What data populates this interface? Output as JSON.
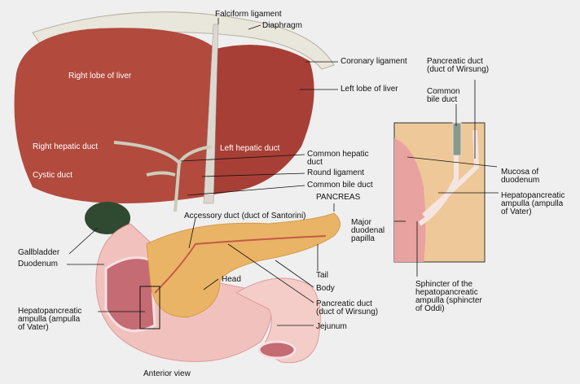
{
  "labels": {
    "falciform": "Falciform ligament",
    "diaphragm": "Diaphragm",
    "coronary": "Coronary ligament",
    "left_lobe": "Left lobe of liver",
    "right_lobe": "Right lobe of liver",
    "right_hepatic": "Right hepatic duct",
    "left_hepatic": "Left hepatic duct",
    "cystic": "Cystic duct",
    "common_hepatic": "Common hepatic\nduct",
    "round_lig": "Round ligament",
    "common_bile_main": "Common bile duct",
    "pancreas": "PANCREAS",
    "accessory": "Accessory duct (duct of Santorini)",
    "major_papilla": "Major\nduodenal\npapilla",
    "gallbladder": "Gallbladder",
    "duodenum": "Duodenum",
    "head": "Head",
    "tail": "Tail",
    "body": "Body",
    "panc_duct_main": "Pancreatic duct\n(duct of Wirsung)",
    "jejunum": "Jejunum",
    "ampulla_main": "Hepatopancreatic\nampulla (ampulla\nof Vater)",
    "caption": "Anterior view"
  },
  "inset": {
    "panc_duct": "Pancreatic duct\n(duct of Wirsung)",
    "common_bile": "Common\nbile duct",
    "mucosa": "Mucosa of\nduodenum",
    "ampulla": "Hepatopancreatic\nampulla (ampulla\nof Vater)",
    "sphincter": "Sphincter of the\nhepatopancreatic\nampulla (sphincter\nof Oddi)"
  }
}
